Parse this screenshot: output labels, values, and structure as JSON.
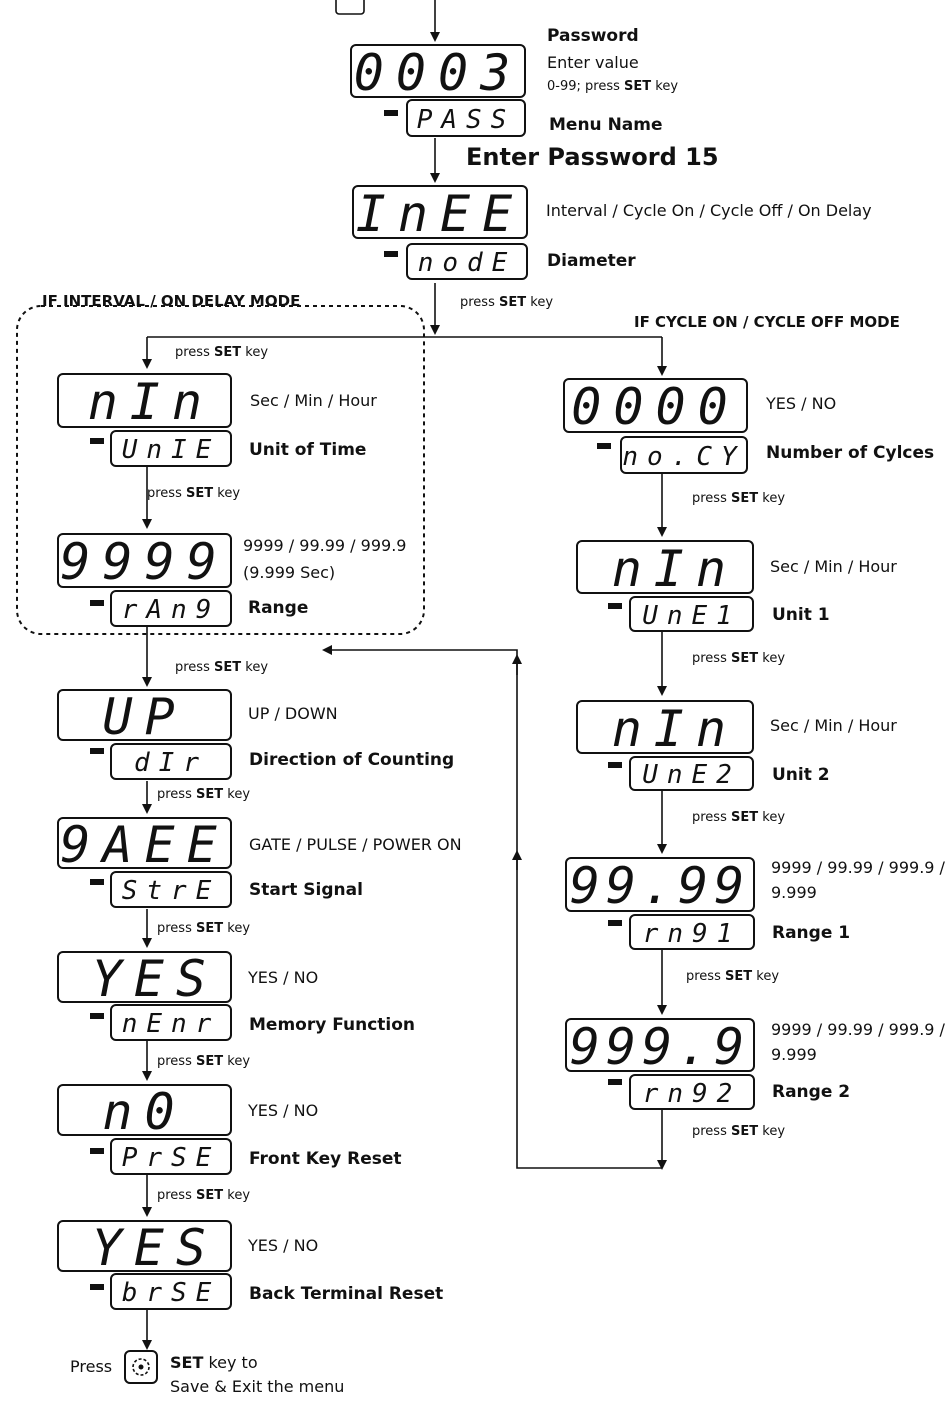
{
  "password": {
    "display": "0003",
    "menu": "PASS",
    "title": "Password",
    "line1": "Enter value",
    "line2a": "0-99; press ",
    "line2b": "SET",
    "line2c": " key",
    "menu_label": "Menu Name"
  },
  "enter_password": "Enter Password 15",
  "mode": {
    "display": "InEE",
    "menu": "nodE",
    "desc": "Interval / Cycle On / Cycle Off / On Delay",
    "label": "Diameter"
  },
  "press_set": {
    "press": "press ",
    "set": "SET",
    "key": " key"
  },
  "headers": {
    "left": "IF INTERVAL / ON DELAY MODE",
    "right": "IF CYCLE ON / CYCLE OFF MODE"
  },
  "interval": {
    "unit": {
      "display": "nIn",
      "menu": "UnIE",
      "desc": "Sec / Min / Hour",
      "label": "Unit of Time"
    },
    "range": {
      "display": "9999",
      "menu": "rAn9",
      "desc1": "9999 / 99.99 / 999.9",
      "desc2": "(9.999 Sec)",
      "label": "Range"
    }
  },
  "cycle": {
    "count": {
      "display": "0000",
      "menu": "no.CY",
      "desc": "YES / NO",
      "label": "Number of Cylces"
    },
    "unit1": {
      "display": "nIn",
      "menu": "UnE1",
      "desc": "Sec / Min / Hour",
      "label": "Unit 1"
    },
    "unit2": {
      "display": "nIn",
      "menu": "UnE2",
      "desc": "Sec / Min / Hour",
      "label": "Unit 2"
    },
    "range1": {
      "display": "99.99",
      "menu": "rn91",
      "desc1": "9999 / 99.99 / 999.9 /",
      "desc2": "9.999",
      "label": "Range 1"
    },
    "range2": {
      "display": "999.9",
      "menu": "rn92",
      "desc1": "9999 / 99.99 / 999.9 /",
      "desc2": "9.999",
      "label": "Range 2"
    }
  },
  "common": {
    "direction": {
      "display": "UP",
      "menu": "dIr",
      "desc": "UP / DOWN",
      "label": "Direction of Counting"
    },
    "start": {
      "display": "9AEE",
      "menu": "StrE",
      "desc": "GATE / PULSE / POWER ON",
      "label": "Start Signal"
    },
    "memory": {
      "display": "YES",
      "menu": "nEnr",
      "desc": "YES / NO",
      "label": "Memory Function"
    },
    "front_reset": {
      "display": "n0",
      "menu": "PrSE",
      "desc": "YES / NO",
      "label": "Front Key Reset"
    },
    "back_reset": {
      "display": "YES",
      "menu": "brSE",
      "desc": "YES / NO",
      "label": "Back Terminal Reset"
    }
  },
  "footer": {
    "press": "Press",
    "set": "SET",
    "key_to": " key to",
    "save": "Save & Exit  the menu",
    "icon": "gear-icon"
  }
}
